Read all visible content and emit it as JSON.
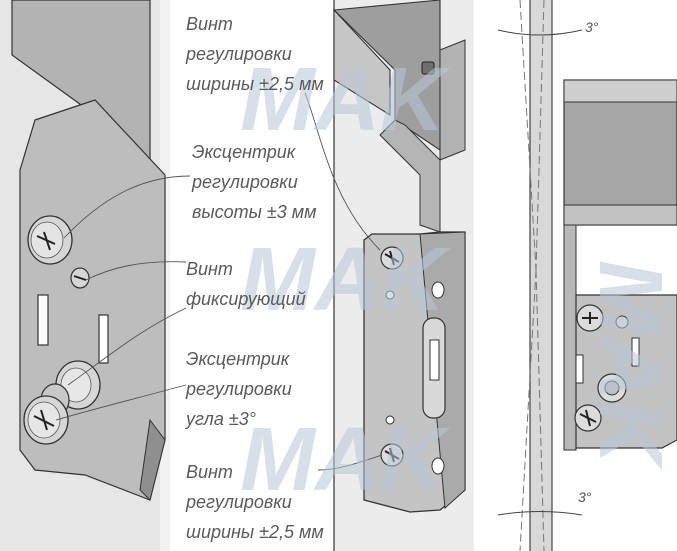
{
  "labels": {
    "width_screw_top": [
      "Винт",
      "регулировки",
      "ширины ±2,5 мм"
    ],
    "height_eccentric": [
      "Эксцентрик",
      "регулировки",
      "высоты ±3 мм"
    ],
    "fixing_screw": [
      "Винт",
      "фиксирующий"
    ],
    "angle_eccentric": [
      "Эксцентрик",
      "регулировки",
      "угла ±3°"
    ],
    "width_screw_bottom": [
      "Винт",
      "регулировки",
      "ширины ±2,5 мм"
    ]
  },
  "angles": {
    "top": "3°",
    "bottom": "3°"
  },
  "watermark": "MAK",
  "colors": {
    "metal": "#b9b9b9",
    "metal_dark": "#8f8f8f",
    "line": "#333333",
    "text": "#5a5a5a",
    "watermark": "#b8c8d8"
  }
}
